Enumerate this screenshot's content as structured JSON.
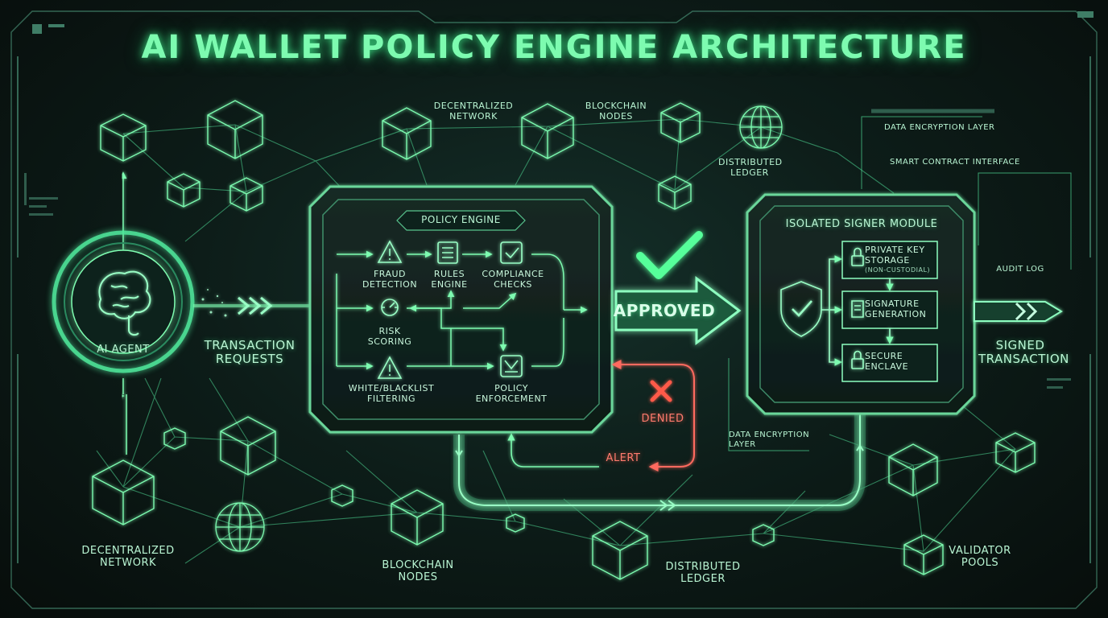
{
  "title": "AI WALLET POLICY ENGINE ARCHITECTURE",
  "agent": {
    "label": "AI AGENT"
  },
  "requests": {
    "label": "TRANSACTION REQUESTS"
  },
  "policy_engine": {
    "title": "POLICY ENGINE",
    "fraud": "FRAUD DETECTION",
    "rules": "RULES ENGINE",
    "compliance": "COMPLIANCE CHECKS",
    "risk": "RISK SCORING",
    "filtering": "WHITE/BLACKLIST FILTERING",
    "enforcement": "POLICY ENFORCEMENT"
  },
  "approved": "APPROVED",
  "denied": "DENIED",
  "alert": "ALERT",
  "signer": {
    "title": "ISOLATED SIGNER MODULE",
    "private_key": "PRIVATE KEY STORAGE",
    "private_key_note": "(NON-CUSTODIAL)",
    "signature": "SIGNATURE GENERATION",
    "enclave": "SECURE ENCLAVE"
  },
  "signed": "SIGNED TRANSACTION",
  "audit_log": "AUDIT LOG",
  "data_encryption_top": "DATA ENCRYPTION LAYER",
  "smart_contract": "SMART CONTRACT INTERFACE",
  "data_encryption_bottom": "DATA ENCRYPTION LAYER",
  "top_network": "DECENTRALIZED NETWORK",
  "top_nodes": "BLOCKCHAIN NODES",
  "top_ledger": "DISTRIBUTED LEDGER",
  "bottom_network": "DECENTRALIZED NETWORK",
  "bottom_nodes": "BLOCKCHAIN NODES",
  "bottom_ledger": "DISTRIBUTED LEDGER",
  "validator": "VALIDATOR POOLS"
}
